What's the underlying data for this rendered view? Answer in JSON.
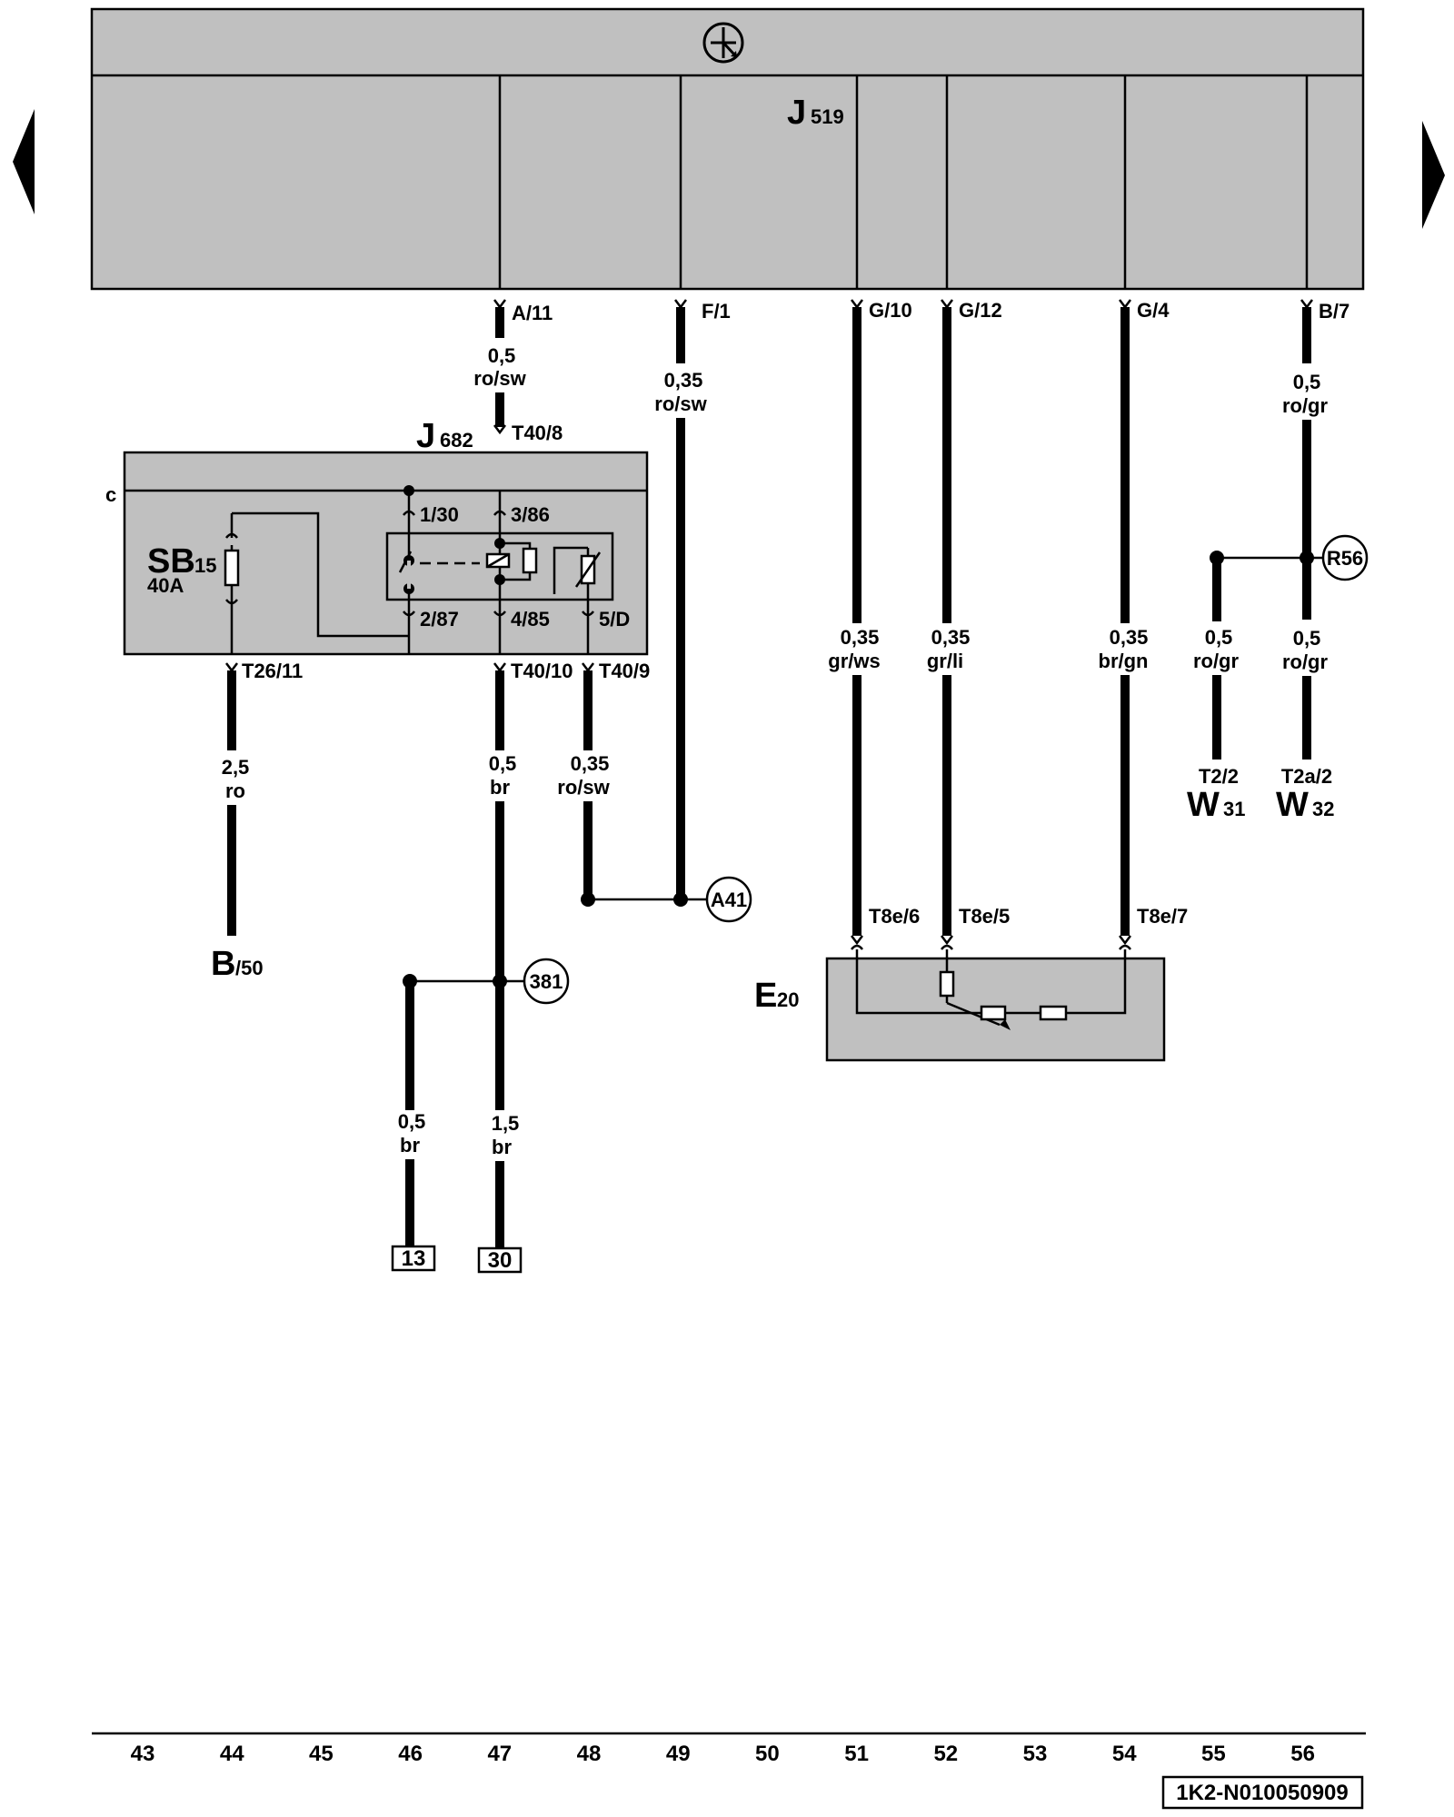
{
  "nav": {
    "prev_icon": "triangle-left-icon",
    "next_icon": "triangle-right-icon"
  },
  "ecu": {
    "letter": "J",
    "number": "519",
    "symbol_icon": "ground-symbol-icon"
  },
  "relay_unit": {
    "letter": "J",
    "number": "682",
    "row_label": "c",
    "fuse_letters": "SB",
    "fuse_number": "15",
    "fuse_rating": "40A"
  },
  "pins": {
    "a11": "A/11",
    "f1": "F/1",
    "g10": "G/10",
    "g12": "G/12",
    "g4": "G/4",
    "b7": "B/7",
    "t40_8": "T40/8",
    "p1_30": "1/30",
    "p3_86": "3/86",
    "p2_87": "2/87",
    "p4_85": "4/85",
    "p5_d": "5/D",
    "t26_11": "T26/11",
    "t40_10": "T40/10",
    "t40_9": "T40/9",
    "t8e_6": "T8e/6",
    "t8e_5": "T8e/5",
    "t8e_7": "T8e/7",
    "t2_2": "T2/2",
    "t2a_2": "T2a/2"
  },
  "wires": {
    "w47_top": {
      "size": "0,5",
      "color": "ro/sw"
    },
    "w49": {
      "size": "0,35",
      "color": "ro/sw"
    },
    "w56_top": {
      "size": "0,5",
      "color": "ro/gr"
    },
    "w44": {
      "size": "2,5",
      "color": "ro"
    },
    "w47_mid": {
      "size": "0,5",
      "color": "br"
    },
    "w48": {
      "size": "0,35",
      "color": "ro/sw"
    },
    "w51": {
      "size": "0,35",
      "color": "gr/ws"
    },
    "w52": {
      "size": "0,35",
      "color": "gr/li"
    },
    "w54": {
      "size": "0,35",
      "color": "br/gn"
    },
    "w55": {
      "size": "0,5",
      "color": "ro/gr"
    },
    "w56_bot": {
      "size": "0,5",
      "color": "ro/gr"
    },
    "w46": {
      "size": "0,5",
      "color": "br"
    },
    "w47_bot": {
      "size": "1,5",
      "color": "br"
    }
  },
  "components": {
    "w31_letter": "W",
    "w31_number": "31",
    "w32_letter": "W",
    "w32_number": "32",
    "b_letter": "B",
    "b_number": "/50",
    "e_letter": "E",
    "e_number": "20"
  },
  "connectors": {
    "r56": "R56",
    "a41": "A41",
    "n381": "381"
  },
  "terminals": {
    "t13": "13",
    "t30": "30"
  },
  "grid": [
    "43",
    "44",
    "45",
    "46",
    "47",
    "48",
    "49",
    "50",
    "51",
    "52",
    "53",
    "54",
    "55",
    "56"
  ],
  "doc_id": "1K2-N010050909",
  "colors": {
    "housing": "#c0c0c0",
    "line": "#000000",
    "background": "#ffffff"
  }
}
